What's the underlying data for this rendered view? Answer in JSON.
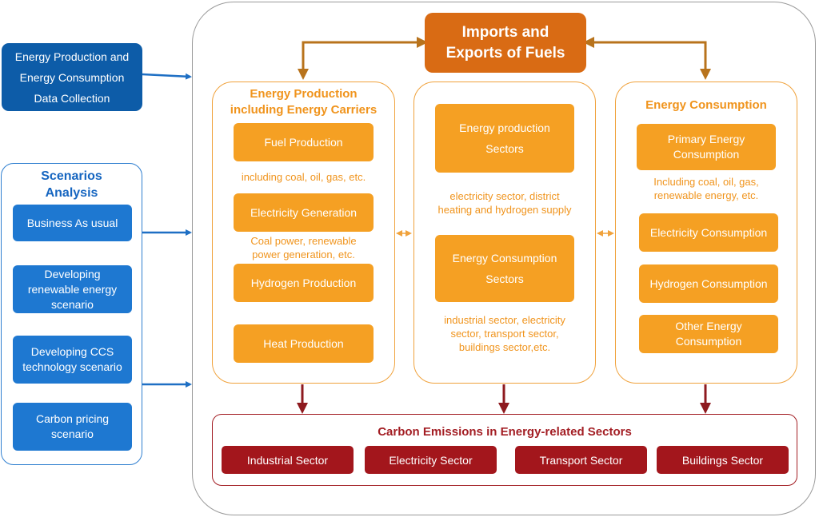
{
  "data_collection": {
    "line1": "Energy Production and",
    "line2": "Energy Consumption",
    "line3": "Data Collection"
  },
  "scenarios": {
    "title_line1": "Scenarios",
    "title_line2": "Analysis",
    "items": [
      {
        "lines": [
          "Business As usual"
        ]
      },
      {
        "lines": [
          "Developing",
          "renewable energy",
          "scenario"
        ]
      },
      {
        "lines": [
          "Developing CCS",
          "technology scenario"
        ]
      },
      {
        "lines": [
          "Carbon pricing",
          "scenario"
        ]
      }
    ]
  },
  "imports": {
    "line1": "Imports and",
    "line2": "Exports of Fuels"
  },
  "production": {
    "title_line1": "Energy Production",
    "title_line2": "including Energy Carriers",
    "fuel": "Fuel Production",
    "fuel_note": "including coal, oil, gas, etc.",
    "electricity": "Electricity Generation",
    "electricity_note_line1": "Coal power, renewable",
    "electricity_note_line2": "power generation, etc.",
    "hydrogen": "Hydrogen Production",
    "heat": "Heat Production"
  },
  "sectors": {
    "prod_line1": "Energy production",
    "prod_line2": "Sectors",
    "prod_note_line1": "electricity sector, district",
    "prod_note_line2": "heating and hydrogen supply",
    "cons_line1": "Energy Consumption",
    "cons_line2": "Sectors",
    "cons_note_line1": "industrial sector, electricity",
    "cons_note_line2": "sector, transport sector,",
    "cons_note_line3": "buildings sector,etc."
  },
  "consumption": {
    "title": "Energy Consumption",
    "primary_line1": "Primary Energy",
    "primary_line2": "Consumption",
    "primary_note_line1": "Including coal, oil, gas,",
    "primary_note_line2": "renewable energy, etc.",
    "electricity": "Electricity Consumption",
    "hydrogen": "Hydrogen Consumption",
    "other_line1": "Other Energy",
    "other_line2": "Consumption"
  },
  "carbon": {
    "title": "Carbon Emissions in Energy-related Sectors",
    "sectors": [
      "Industrial Sector",
      "Electricity Sector",
      "Transport Sector",
      "Buildings Sector"
    ]
  },
  "colors": {
    "blue_dark": "#0d5ca8",
    "blue": "#1e78d1",
    "orange": "#f5a023",
    "orange_dark": "#d96b14",
    "arrow_brown": "#b8731c",
    "red": "#a3161c"
  }
}
